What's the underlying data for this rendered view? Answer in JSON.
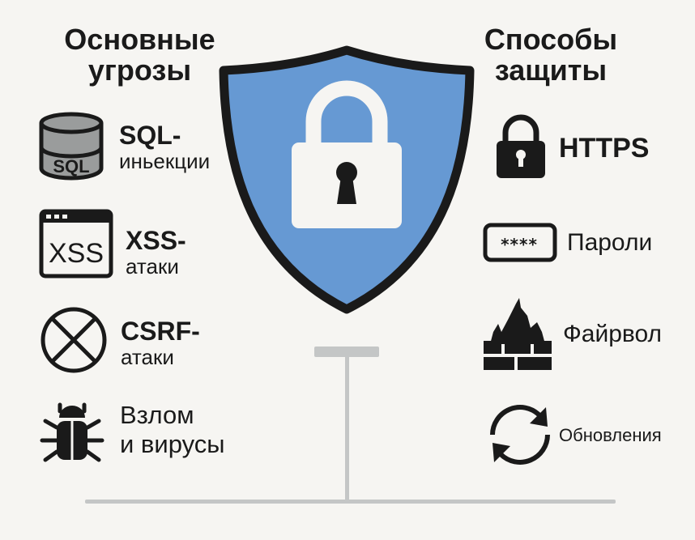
{
  "threats": {
    "heading_line1": "Основные",
    "heading_line2": "угрозы",
    "items": [
      {
        "icon": "database-sql-icon",
        "line1": "SQL-",
        "line2": "иньекции",
        "icon_text": "SQL"
      },
      {
        "icon": "browser-xss-icon",
        "line1": "XSS-",
        "line2": "атаки",
        "icon_text": "XSS"
      },
      {
        "icon": "crossed-circle-icon",
        "line1": "CSRF-",
        "line2": "атаки"
      },
      {
        "icon": "bug-icon",
        "line1": "Взлом",
        "line2": "и вирусы"
      }
    ]
  },
  "defenses": {
    "heading_line1": "Способы",
    "heading_line2": "защиты",
    "items": [
      {
        "icon": "padlock-icon",
        "label": "HTTPS"
      },
      {
        "icon": "password-field-icon",
        "label": "Пароли",
        "icon_text": "****"
      },
      {
        "icon": "firewall-icon",
        "label": "Файрвол"
      },
      {
        "icon": "refresh-icon",
        "label": "Обновления"
      }
    ]
  },
  "colors": {
    "shield": "#6699d3",
    "ink": "#1a1a1a",
    "background": "#f6f5f2",
    "stand": "#c4c6c6"
  }
}
